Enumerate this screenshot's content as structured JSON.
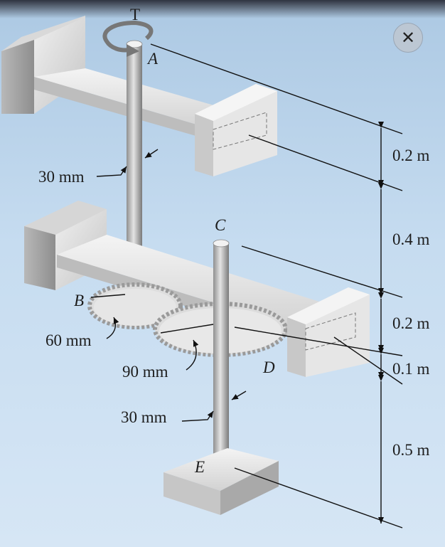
{
  "toolbar": {
    "close_icon": "close-icon"
  },
  "figure": {
    "torque_label": "T",
    "points": {
      "A": "A",
      "B": "B",
      "C": "C",
      "D": "D",
      "E": "E"
    },
    "diameters": {
      "shaft_upper": "30 mm",
      "gear_B": "60 mm",
      "gear_D": "90 mm",
      "shaft_lower": "30 mm"
    },
    "lengths": {
      "seg1": "0.2 m",
      "seg2": "0.4 m",
      "seg3": "0.2 m",
      "seg4": "0.1 m",
      "seg5": "0.5 m"
    }
  }
}
